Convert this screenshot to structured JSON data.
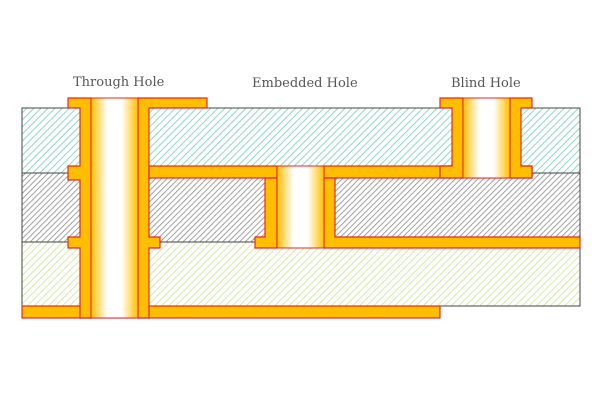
{
  "labels": {
    "through": "Through Hole",
    "embedded": "Embedded Hole",
    "blind": "Blind Hole"
  },
  "colors": {
    "copper": "#FFBE00",
    "copper_outline": "#E8262A",
    "layer_top": "#8ED9C0",
    "layer_middle": "#8A8A8A",
    "layer_bottom": "#D6E8A8"
  }
}
